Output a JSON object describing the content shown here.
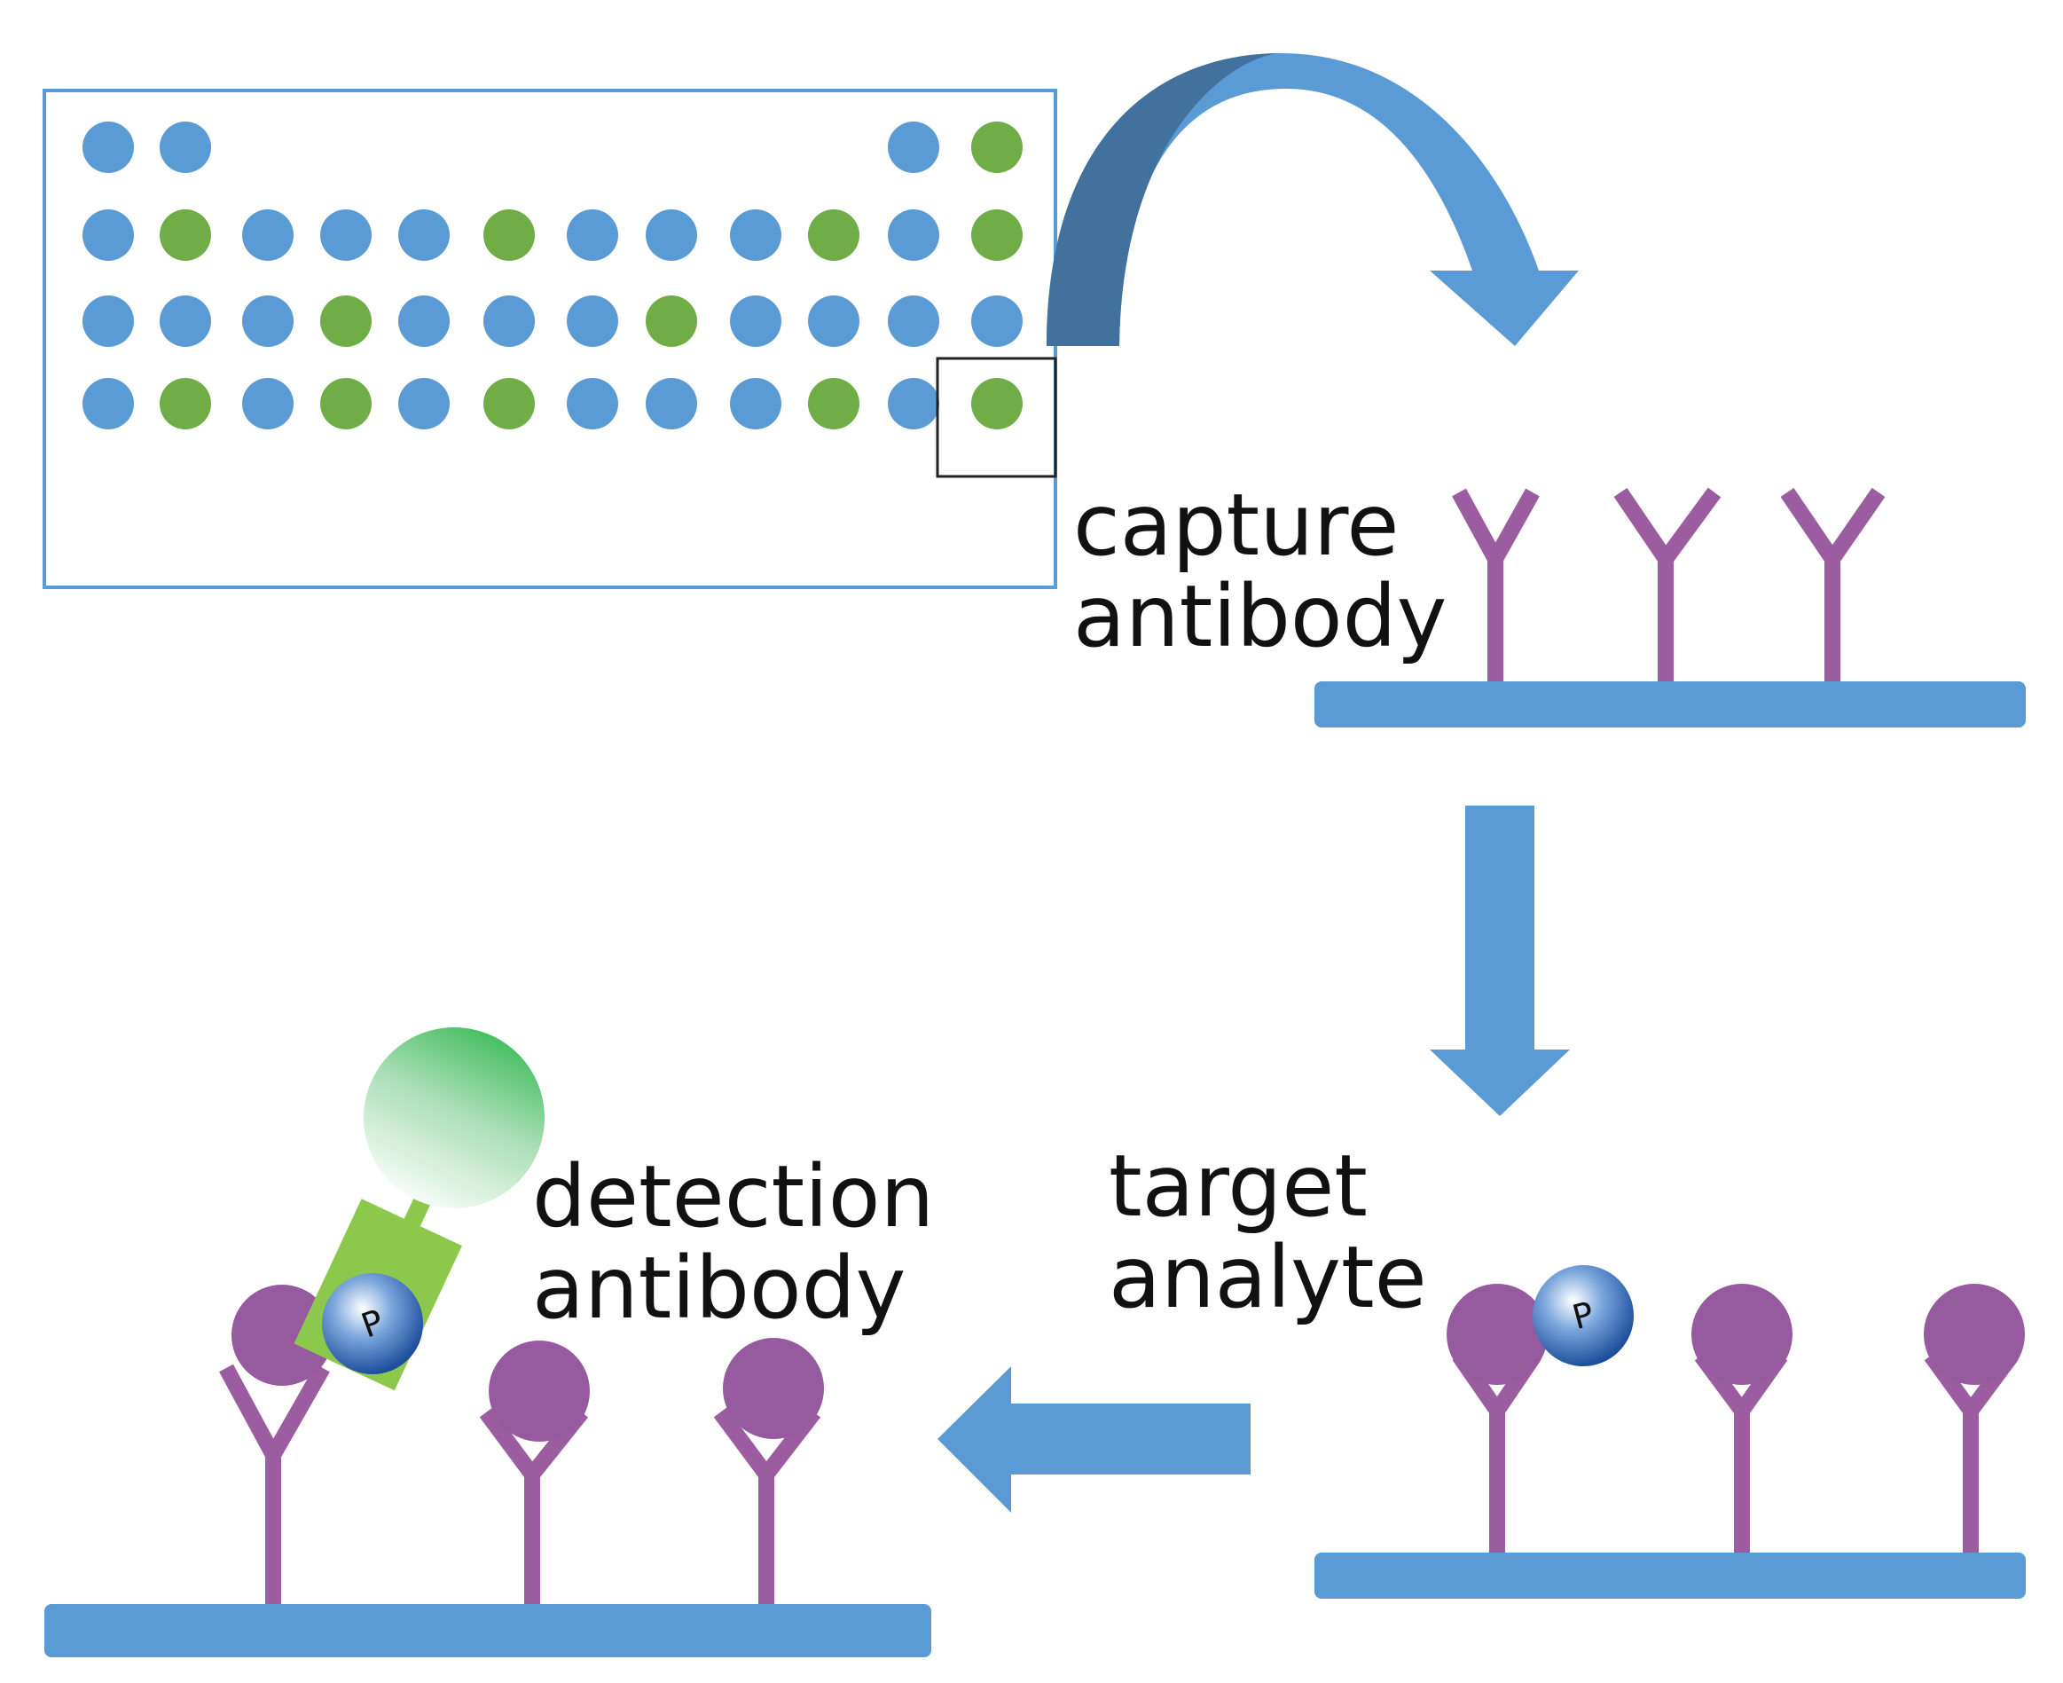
{
  "labels": {
    "capture": [
      "capture",
      "antibody"
    ],
    "target": [
      "target",
      "analyte"
    ],
    "detection": [
      "detection",
      "antibody"
    ]
  },
  "phospho_symbol": "P",
  "array": {
    "rows": [
      [
        "b",
        "b",
        "",
        "",
        "",
        "",
        "",
        "",
        "",
        "",
        "b",
        "g"
      ],
      [
        "b",
        "g",
        "b",
        "b",
        "b",
        "g",
        "b",
        "b",
        "b",
        "g",
        "b",
        "g"
      ],
      [
        "b",
        "b",
        "b",
        "g",
        "b",
        "b",
        "b",
        "g",
        "b",
        "b",
        "b",
        "b"
      ],
      [
        "b",
        "g",
        "b",
        "g",
        "b",
        "g",
        "b",
        "b",
        "b",
        "g",
        "b",
        "g"
      ]
    ],
    "highlighted_spot": {
      "row": 4,
      "col": 12
    }
  },
  "colors": {
    "spot_blue": "#5b9bd5",
    "spot_green": "#70ad47",
    "frame": "#5b9bd5",
    "arrow": "#5b9bd5",
    "arrow_dark": "#41719c",
    "surface": "#5b9bd5",
    "antibody": "#9b5da0",
    "analyte": "#965b9e",
    "phospho": "#2a5aa5",
    "detection_body": "#8cc84b",
    "enzyme": "#3cbb58"
  }
}
